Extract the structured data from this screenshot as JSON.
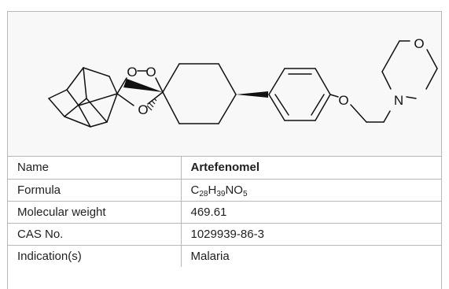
{
  "structure": {
    "atoms": {
      "peroxide_o1": "O",
      "peroxide_o2": "O",
      "ring_o": "O",
      "ether_o": "O",
      "morpholine_n": "N",
      "morpholine_o": "O"
    }
  },
  "properties": {
    "rows": [
      {
        "key": "Name",
        "value": "Artefenomel"
      },
      {
        "key": "Formula",
        "value": "C28H39NO5",
        "formula_parts": [
          {
            "text": "C",
            "sub": "28"
          },
          {
            "text": "H",
            "sub": "39"
          },
          {
            "text": "NO",
            "sub": "5"
          }
        ]
      },
      {
        "key": "Molecular weight",
        "value": "469.61"
      },
      {
        "key": "CAS No.",
        "value": "1029939-86-3"
      },
      {
        "key": "Indication(s)",
        "value": "Malaria"
      }
    ]
  }
}
